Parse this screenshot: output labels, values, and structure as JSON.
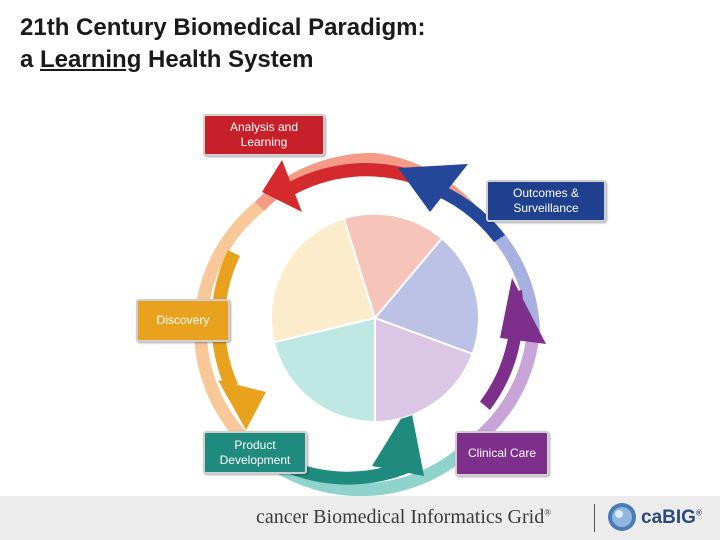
{
  "title": {
    "line1": "21th Century Biomedical Paradigm:",
    "line2_prefix": "a ",
    "line2_underlined": "Learning",
    "line2_suffix": " Health System"
  },
  "cycle_labels": {
    "analysis": "Analysis and Learning",
    "outcomes": "Outcomes & Surveillance",
    "discovery": "Discovery",
    "product": "Product Development",
    "clinical": "Clinical Care"
  },
  "colors": {
    "analysis_box": "#c8202a",
    "outcomes_box": "#1f3f8f",
    "discovery_box": "#e8a21e",
    "product_box": "#1f8a7e",
    "clinical_box": "#7e2f8c",
    "ring_coral": "#f59a86",
    "ring_blue": "#a7b0de",
    "ring_purple": "#c9a4d8",
    "ring_teal": "#8fd4cc",
    "ring_peach": "#f8c898",
    "inner_coral": "#f6c4b8",
    "inner_blue": "#bcc2e6",
    "inner_purple": "#dcc6e6",
    "inner_teal": "#bfe8e4",
    "inner_cream": "#fdeccb"
  },
  "footer": {
    "brand": "cancer Biomedical Informatics Grid",
    "registered": "®",
    "logo_text": "caBIG",
    "logo_registered": "®"
  }
}
